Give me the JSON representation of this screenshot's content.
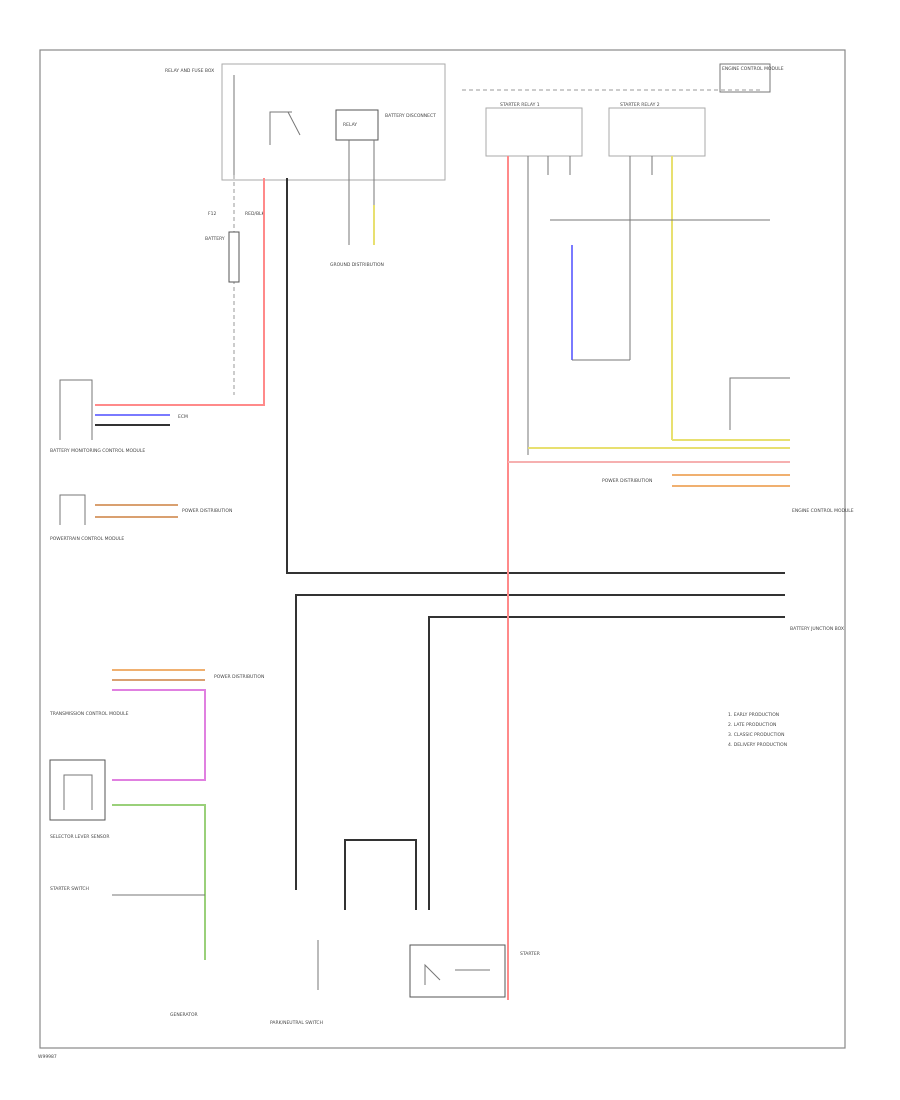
{
  "diagram_id": "W99987",
  "colors": {
    "red": "#ff8a8a",
    "blue": "#7a7aff",
    "black": "#333333",
    "yellow": "#e8e070",
    "green": "#9ad07a",
    "brown": "#d9a070",
    "orange": "#f0b070",
    "violet": "#e080e0",
    "pink": "#f6b0b0"
  },
  "labels": {
    "relay_box": "RELAY AND FUSE BOX",
    "battery": "BATTERY",
    "fuse_label": "F12",
    "fuse_color": "RED/BLK",
    "starter_relay_1": "STARTER RELAY 1",
    "starter_relay_2": "STARTER RELAY 2",
    "relay_coil": "RELAY",
    "battery_disconnect": "BATTERY DISCONNECT",
    "ground_detail": "GROUND DISTRIBUTION",
    "battery_ctrl": "BATTERY MONITORING CONTROL MODULE",
    "powertrain_ctrl": "POWERTRAIN CONTROL MODULE",
    "power_dist": "POWER DISTRIBUTION",
    "transmission_ctrl": "TRANSMISSION CONTROL MODULE",
    "selector_lever": "SELECTOR LEVER SENSOR",
    "starter_sw": "STARTER SWITCH",
    "neutral_switch": "PARK/NEUTRAL SWITCH",
    "starter": "STARTER",
    "generator": "GENERATOR",
    "engine_ctrl": "ENGINE CONTROL MODULE",
    "ecm_side": "ECM",
    "battery_junction": "BATTERY JUNCTION BOX",
    "legend_1": "1. EARLY PRODUCTION",
    "legend_2": "2. LATE PRODUCTION",
    "legend_3": "3. CLASSIC PRODUCTION",
    "legend_4": "4. DELIVERY PRODUCTION",
    "footer_code": "W99987"
  }
}
